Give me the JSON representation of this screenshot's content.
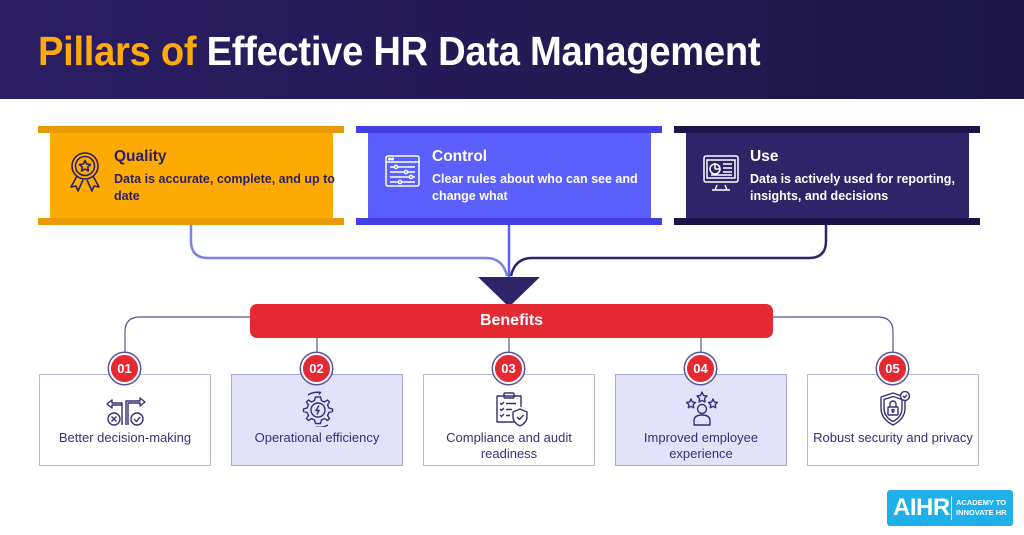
{
  "title": {
    "accent": "Pillars of",
    "rest": "Effective HR Data Management"
  },
  "colors": {
    "header_bg": "#241a55",
    "title_accent": "#fdaa0c",
    "quality": "#fdab00",
    "control": "#5b5ffc",
    "use": "#2f2468",
    "benefits_bar": "#e42932",
    "benefit_shaded": "#e3e2fb",
    "logo": "#1fb0ea"
  },
  "pillars": [
    {
      "title": "Quality",
      "description": "Data is accurate, complete, and up to date",
      "icon": "award-ribbon-icon"
    },
    {
      "title": "Control",
      "description": "Clear rules about who can see and change what",
      "icon": "settings-sliders-window-icon"
    },
    {
      "title": "Use",
      "description": "Data is actively used for reporting, insights, and decisions",
      "icon": "monitor-chart-icon"
    }
  ],
  "benefits": {
    "label": "Benefits",
    "items": [
      {
        "number": "01",
        "label": "Better decision-making",
        "icon": "decision-arrows-icon"
      },
      {
        "number": "02",
        "label": "Operational efficiency",
        "icon": "gear-lightning-icon"
      },
      {
        "number": "03",
        "label": "Compliance and audit readiness",
        "icon": "clipboard-shield-icon"
      },
      {
        "number": "04",
        "label": "Improved employee experience",
        "icon": "person-stars-icon"
      },
      {
        "number": "05",
        "label": "Robust security and privacy",
        "icon": "shield-lock-icon"
      }
    ]
  },
  "logo": {
    "mark": "AIHR",
    "tagline_line1": "ACADEMY TO",
    "tagline_line2": "INNOVATE HR"
  }
}
